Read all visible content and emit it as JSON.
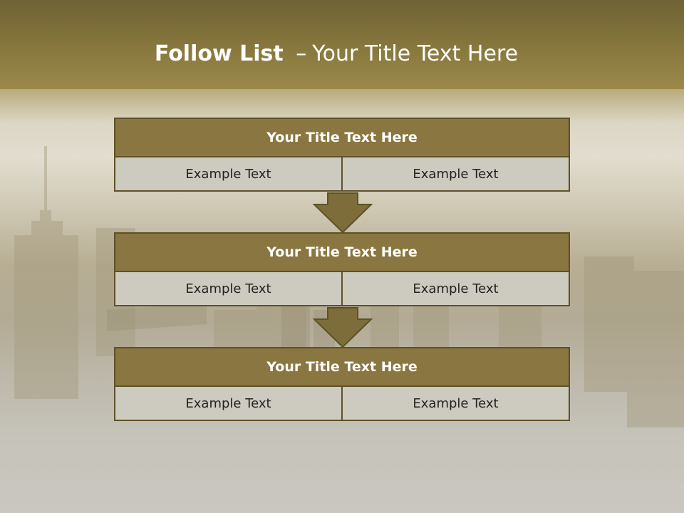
{
  "slide": {
    "title_bold": "Follow List",
    "title_separator": "–",
    "title_rest": "Your Title Text Here"
  },
  "blocks": [
    {
      "title": "Your Title Text Here",
      "left_text": "Example Text",
      "right_text": "Example Text"
    },
    {
      "title": "Your Title Text Here",
      "left_text": "Example Text",
      "right_text": "Example Text"
    },
    {
      "title": "Your Title Text Here",
      "left_text": "Example Text",
      "right_text": "Example Text"
    }
  ],
  "colors": {
    "header_fill": "#8a7640",
    "border": "#5d5127",
    "cell_fill": "#cdcbc0",
    "arrow_fill": "#7d6d3a"
  }
}
